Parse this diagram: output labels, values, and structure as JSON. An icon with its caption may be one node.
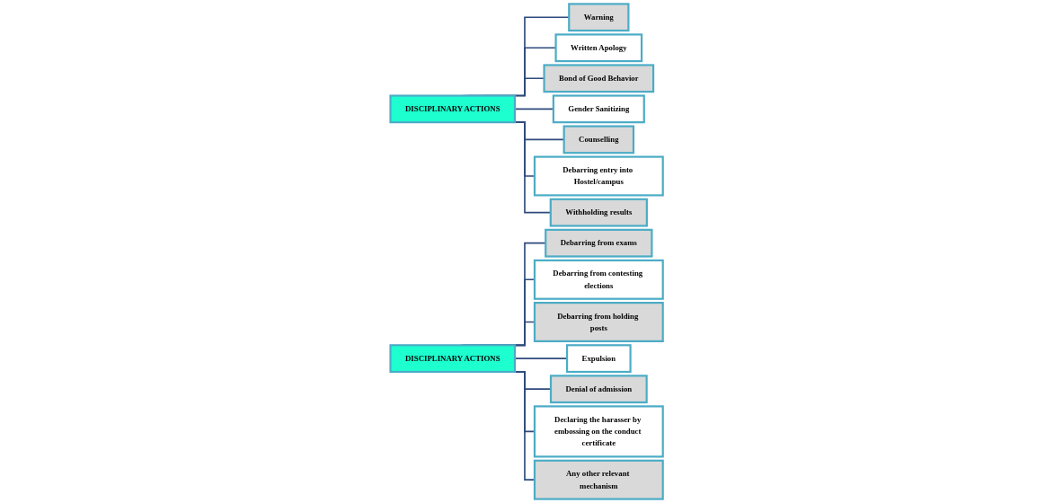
{
  "diagram": {
    "nodes": [
      {
        "text": [
          "DISCIPLINARY ACTIONS"
        ]
      },
      {
        "text": [
          "Warning"
        ]
      },
      {
        "text": [
          "Written Apology"
        ]
      },
      {
        "text": [
          "Bond of Good Behavior"
        ]
      },
      {
        "text": [
          "Gender Sanitizing"
        ]
      },
      {
        "text": [
          "Counselling"
        ]
      },
      {
        "text": [
          "Debarring entry into Hostel/campus"
        ]
      },
      {
        "text": [
          "Withholding results"
        ]
      },
      {
        "text": [
          "DISCIPLINARY ACTIONS"
        ]
      },
      {
        "text": [
          "Debarring from exams"
        ]
      },
      {
        "text": [
          "Debarring from contesting elections"
        ]
      },
      {
        "text": [
          "Debarring from holding posts"
        ]
      },
      {
        "text": [
          "Expulsion"
        ]
      },
      {
        "text": [
          "Denial of admission"
        ]
      },
      {
        "text": [
          "Declaring the harasser by embossing on the conduct certificate"
        ]
      },
      {
        "text": [
          "Any other relevant mechanism"
        ]
      }
    ],
    "edges": [
      {
        "from": 0,
        "to": 1,
        "arrow": "none"
      },
      {
        "from": 0,
        "to": 2,
        "arrow": "none"
      },
      {
        "from": 0,
        "to": 3,
        "arrow": "none"
      },
      {
        "from": 0,
        "to": 4,
        "arrow": "none"
      },
      {
        "from": 0,
        "to": 5,
        "arrow": "none"
      },
      {
        "from": 0,
        "to": 6,
        "arrow": "none"
      },
      {
        "from": 0,
        "to": 7,
        "arrow": "none"
      },
      {
        "from": 8,
        "to": 9,
        "arrow": "none"
      },
      {
        "from": 8,
        "to": 10,
        "arrow": "none"
      },
      {
        "from": 8,
        "to": 11,
        "arrow": "none"
      },
      {
        "from": 8,
        "to": 12,
        "arrow": "none"
      },
      {
        "from": 8,
        "to": 13,
        "arrow": "none"
      },
      {
        "from": 8,
        "to": 14,
        "arrow": "none"
      },
      {
        "from": 8,
        "to": 15,
        "arrow": "none"
      }
    ]
  }
}
